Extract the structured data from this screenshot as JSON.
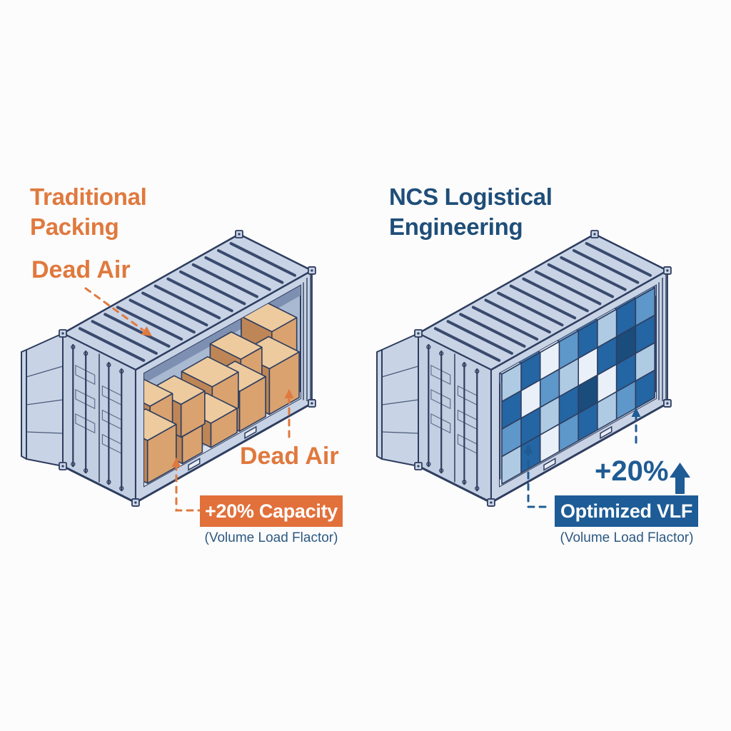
{
  "left": {
    "title_line1": "Traditional",
    "title_line2": "Packing",
    "dead_air_top": "Dead Air",
    "dead_air_bottom": "Dead Air",
    "badge": "+20% Capacity",
    "caption": "(Volume Load Flactor)"
  },
  "right": {
    "title_line1": "NCS Logistical",
    "title_line2": "Engineering",
    "gain": "+20%",
    "badge": "Optimized VLF",
    "caption": "(Volume Load Flactor)"
  },
  "icons": {
    "up_arrow": "up-arrow-icon"
  },
  "colors": {
    "accent_orange": "#E0793E",
    "badge_orange": "#E2703A",
    "title_blue": "#1F4E79",
    "badge_blue": "#1D5C96",
    "caption_blue": "#2C5982",
    "arrow_blue": "#1F5B94",
    "container_outline": "#2E3D5F",
    "container_body": "#C8D3E5",
    "container_interior": "#A9B9D2",
    "box_tan": "#D9A26F",
    "box_blue": "#2465A3",
    "background": "#FCFCFC"
  }
}
